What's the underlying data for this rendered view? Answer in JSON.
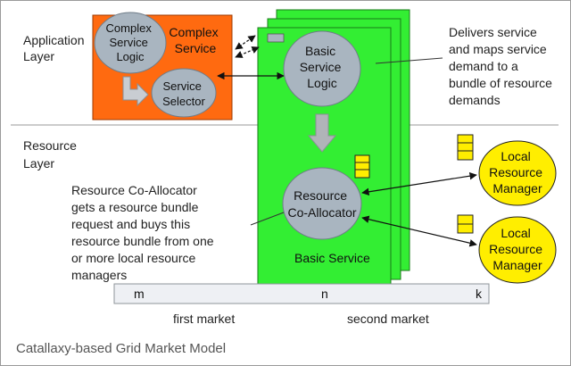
{
  "layers": {
    "application": [
      "Application",
      "Layer"
    ],
    "resource": [
      "Resource",
      "Layer"
    ]
  },
  "complex_service": {
    "box_label": [
      "Complex",
      "Service"
    ],
    "logic_label": [
      "Complex",
      "Service",
      "Logic"
    ],
    "selector_label": [
      "Service",
      "Selector"
    ]
  },
  "basic_service": {
    "logic_label": [
      "Basic",
      "Service",
      "Logic"
    ],
    "coallocator_label": [
      "Resource",
      "Co-Allocator"
    ],
    "footer_label": "Basic Service"
  },
  "annotations": {
    "delivers": [
      "Delivers service",
      "and maps service",
      "demand to a",
      "bundle of resource",
      "demands"
    ],
    "coallocator_desc": [
      "Resource Co-Allocator",
      "gets a resource bundle",
      "request and buys this",
      "resource bundle from one",
      "or more local resource",
      "managers"
    ]
  },
  "resource_managers": [
    [
      "Local",
      "Resource",
      "Manager"
    ],
    [
      "Local",
      "Resource",
      "Manager"
    ]
  ],
  "market_bar": {
    "labels": [
      "m",
      "n",
      "k"
    ]
  },
  "markets": {
    "first": "first market",
    "second": "second market"
  },
  "caption": "Catallaxy-based Grid Market Model",
  "colors": {
    "orange": "#ff6a10",
    "green": "#33ee33",
    "grey_ellipse": "#a9b5c0",
    "yellow": "#ffee00",
    "market_bar": "#eef0f4",
    "arrow_grey": "#b0b4b8"
  }
}
